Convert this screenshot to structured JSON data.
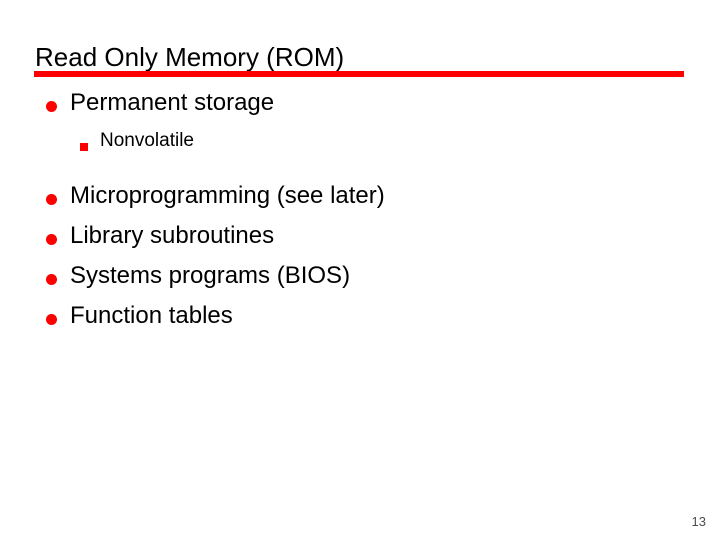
{
  "slide": {
    "title": "Read Only Memory (ROM)",
    "rule_color": "#ff0000",
    "bullet_color": "#ff0000",
    "text_color": "#000000",
    "background_color": "#ffffff",
    "page_number": "13",
    "page_number_color": "#4d4d4d",
    "bullets": [
      {
        "level": 1,
        "text": "Permanent storage",
        "marker": "disc-bullet"
      },
      {
        "level": 2,
        "text": "Nonvolatile",
        "marker": "square-bullet"
      },
      {
        "level": 1,
        "text": "Microprogramming (see later)",
        "marker": "disc-bullet"
      },
      {
        "level": 1,
        "text": "Library subroutines",
        "marker": "disc-bullet"
      },
      {
        "level": 1,
        "text": "Systems programs (BIOS)",
        "marker": "disc-bullet"
      },
      {
        "level": 1,
        "text": "Function tables",
        "marker": "disc-bullet"
      }
    ]
  }
}
